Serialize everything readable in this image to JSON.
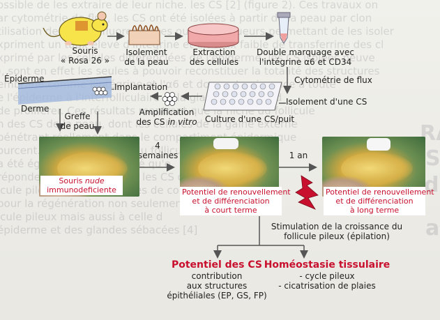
{
  "background_text": [
    "ossible de les extraire de leur niche. les CS [2] (figure 2). Ces travaux on",
    "ar cytométrie de flux, les CS ont été isolées à partir de la peau par clon",
    "tilisation de sondes fluorescentes ou de marqueurs permettant de les isoler",
    "xpriment un taux élevé d'intégrine et un taux faible de transferrine des cl",
    "xprimé par les cellules différenciées de l'épiderme, les CS isolées peuve",
    "), sont en effet les seules à pouvoir reconstituer la totalité des structures",
    "embrane comme l'intégrine et l'α6 et donnent naissance à toute",
    "e l'épiderme à l'interfolliculaire et la glande sébacée d",
    "de proliférer. Ces résultats montrent que la niche du follicule",
    "n des CS de la peau, dont les cellules de la gaine externe",
    "pénétrant réellement dans le compartiment épidermique",
    "ourcent. la zone du bulge du follicule pileux",
    "a été également été montré qu'e",
    "répondent à des blessures, les CS du foll",
    "icule pileux étaient capables de con",
    "pour la régénération non seulemen",
    "icule pileux mais aussi à celle d",
    "épiderme et des glandes sébacées [4]"
  ],
  "background_bold": [
    "RA",
    "S",
    "d",
    "a"
  ],
  "steps": {
    "mouse": {
      "line1": "Souris",
      "line2": "« Rosa 26 »"
    },
    "skin": {
      "line1": "Isolement",
      "line2": "de la peau"
    },
    "cells": {
      "line1": "Extraction",
      "line2": "des cellules"
    },
    "marking": {
      "line1": "Double marquage avec",
      "line2": "l'intégrine α6 et CD34"
    },
    "flow": "Cytométrie de flux",
    "isolate": "Isolement d'une CS",
    "culture": "Culture d'une CS/puit",
    "amplification": {
      "line1": "Amplification",
      "line2_prefix": "des CS ",
      "line2_italic": "in vitro"
    },
    "implant": "Implantation",
    "epiderme": "Épiderme",
    "derme": "Derme",
    "graft": {
      "line1": "Greffe",
      "line2": "de peau"
    },
    "weeks4": {
      "line1": "4",
      "line2": "semaines"
    },
    "year1": "1 an"
  },
  "captions": {
    "nude": {
      "line1_prefix": "Souris ",
      "line1_italic": "nude",
      "line2": "immunodeficiente"
    },
    "short": {
      "line1": "Potentiel de renouvellement",
      "line2": "et de différenciation",
      "line3": "à court terme"
    },
    "long": {
      "line1": "Potentiel de renouvellement",
      "line2": "et de différenciation",
      "line3": "à long terme"
    }
  },
  "stimulation": {
    "line1": "Stimulation de la croissance du",
    "line2": "follicule pileux (épilation)"
  },
  "outcomes": {
    "potential": {
      "title": "Potentiel des CS",
      "lines": [
        "contribution",
        "aux structures",
        "épithéliales (EP, GS, FP)"
      ]
    },
    "homeostasis": {
      "title": "Homéostasie tissulaire",
      "lines": [
        "- cycle pileux",
        "- cicatrisation de plaies"
      ]
    }
  },
  "colors": {
    "red": "#c8102e",
    "mouse_yellow": "#f7e34a",
    "flask_pink": "#f1a9a9",
    "arrow": "#555555",
    "dish_blue": "#b9cbe6",
    "photo_green": "#4f7a45"
  },
  "icons": [
    "mouse-icon",
    "skin-strip-icon",
    "petri-dish-icon",
    "tube-icon",
    "multiwell-plate-icon",
    "cell-cluster-icon",
    "skin-graft-icon",
    "lightning-icon"
  ]
}
